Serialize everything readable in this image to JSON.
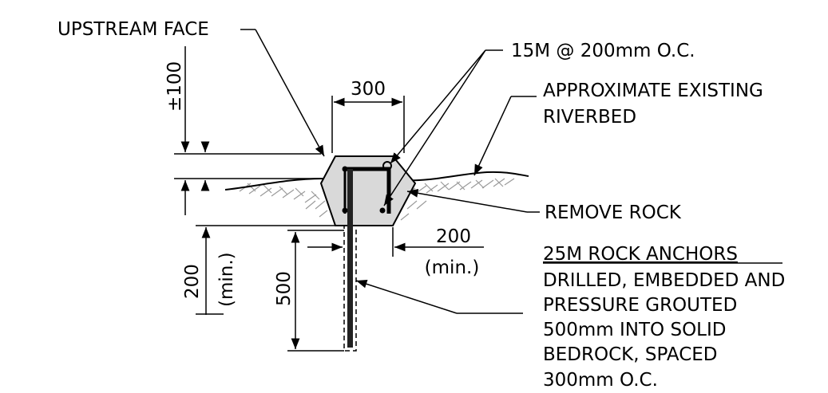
{
  "labels": {
    "upstream_face": "UPSTREAM FACE",
    "rebar_spec": "15M @ 200mm O.C.",
    "riverbed_line1": "APPROXIMATE EXISTING",
    "riverbed_line2": "RIVERBED",
    "remove_rock": "REMOVE ROCK",
    "anchors_title": "25M ROCK ANCHORS",
    "anchors_line1": "DRILLED, EMBEDDED AND",
    "anchors_line2": "PRESSURE GROUTED",
    "anchors_line3": "500mm INTO SOLID",
    "anchors_line4": "BEDROCK, SPACED",
    "anchors_line5": "300mm O.C."
  },
  "dimensions": {
    "height_top": "±100",
    "width_top": "300",
    "offset_right": "200",
    "offset_right_note": "(min.)",
    "depth_left": "200",
    "depth_left_note": "(min.)",
    "anchor_depth": "500"
  }
}
